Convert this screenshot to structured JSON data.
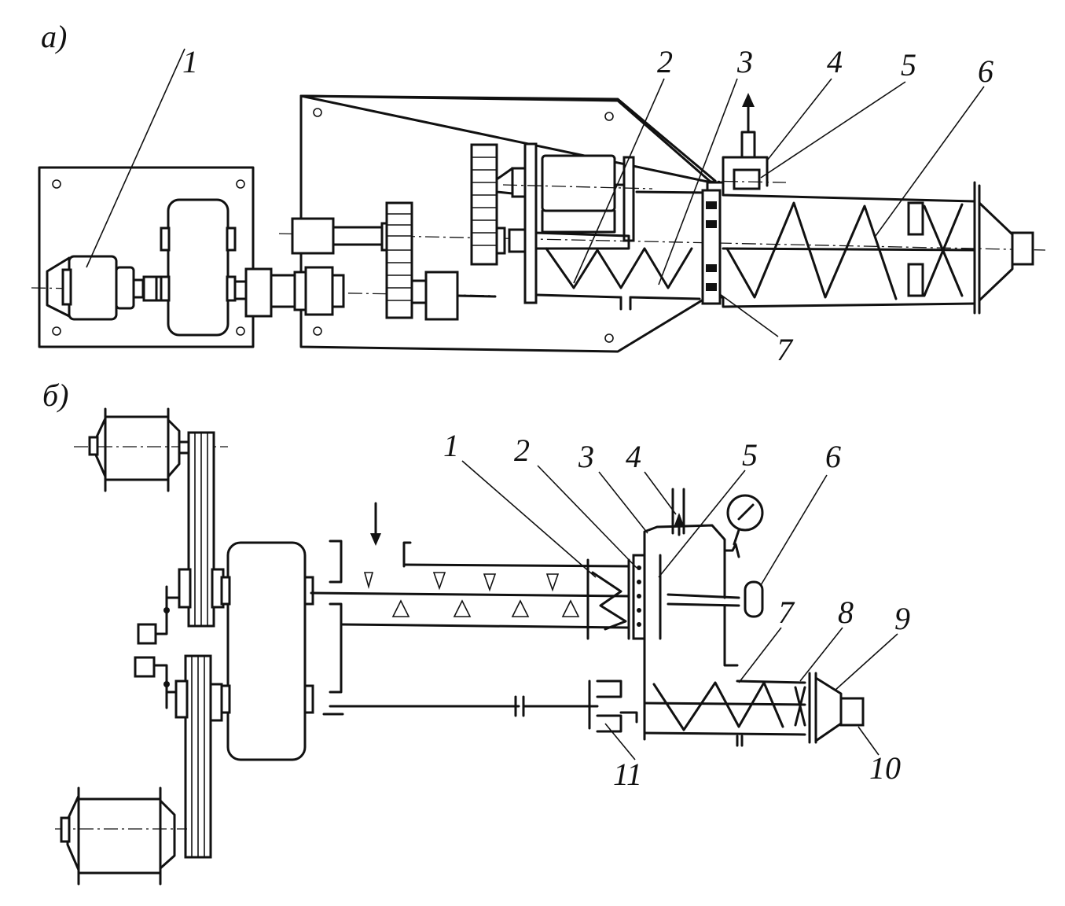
{
  "panel_a": {
    "label": "а)",
    "callouts": [
      "1",
      "2",
      "3",
      "4",
      "5",
      "6",
      "7"
    ]
  },
  "panel_b": {
    "label": "б)",
    "callouts": [
      "1",
      "2",
      "3",
      "4",
      "5",
      "6",
      "7",
      "8",
      "9",
      "10",
      "11"
    ]
  }
}
